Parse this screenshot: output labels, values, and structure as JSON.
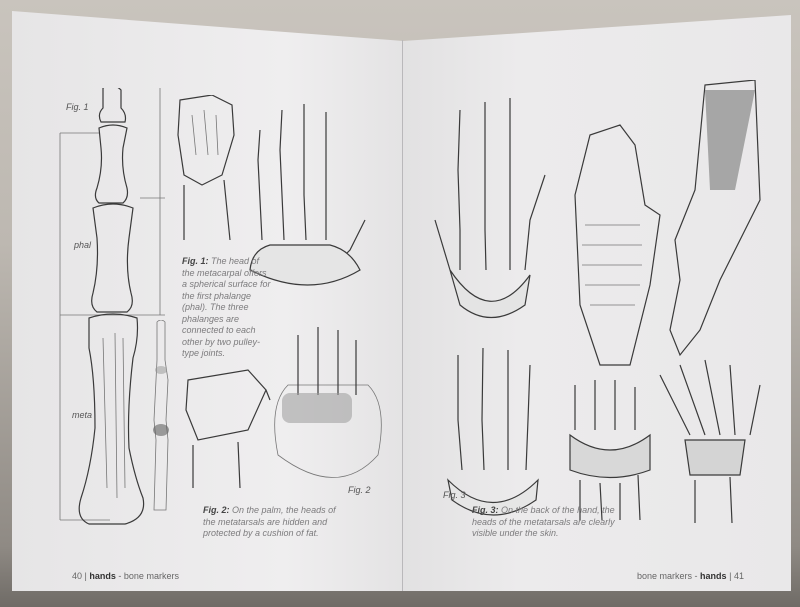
{
  "book": {
    "left_page": {
      "figures": {
        "fig1_label": "Fig. 1",
        "phal_label": "phal",
        "meta_label": "meta",
        "fig2_label": "Fig. 2"
      },
      "captions": {
        "fig1_prefix": "Fig. 1:",
        "fig1_text": "The head of the metacarpal offers a spherical surface for the first phalange (phal). The three phalanges are connected to each other by two pulley-type joints.",
        "fig2_prefix": "Fig. 2:",
        "fig2_text": "On the palm, the heads of the metatarsals are hidden and protected by a cushion of fat."
      },
      "footer": {
        "page_number": "40",
        "separator": "|",
        "chapter": "hands",
        "section": "- bone markers"
      }
    },
    "right_page": {
      "figures": {
        "fig3_label": "Fig. 3"
      },
      "captions": {
        "fig3_prefix": "Fig. 3:",
        "fig3_text": "On the back of the hand, the heads of the metatarsals are clearly visible under the skin."
      },
      "footer": {
        "section": "bone markers -",
        "chapter": "hands",
        "separator": "|",
        "page_number": "41"
      }
    }
  },
  "colors": {
    "page": "#eceaea",
    "background": "#c4bfb8",
    "caption_text": "#7c7b7d",
    "sketch_shading": "#9a9a9a"
  }
}
